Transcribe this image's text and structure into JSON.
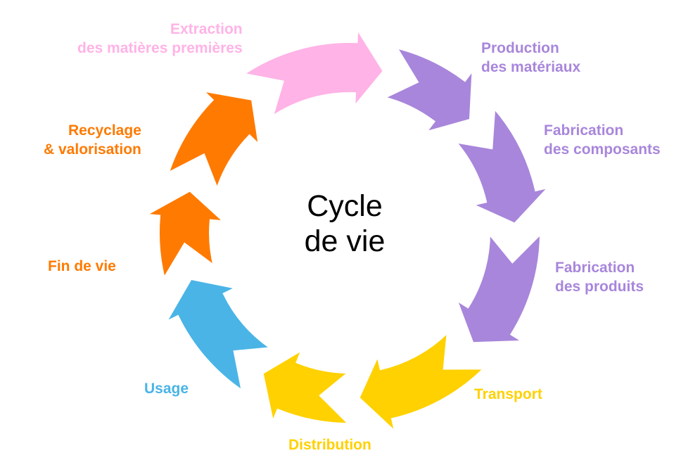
{
  "center": {
    "line1": "Cycle",
    "line2": "de vie"
  },
  "colors": {
    "pink": "#FFB3E6",
    "purple": "#A886DB",
    "yellow": "#FFD100",
    "blue": "#4AB4E6",
    "orange": "#FF7A00"
  },
  "stages": [
    {
      "key": "extraction",
      "lines": [
        "Extraction",
        "des matières premières"
      ],
      "color": "#FFB3E6"
    },
    {
      "key": "production-materiaux",
      "lines": [
        "Production",
        "des matériaux"
      ],
      "color": "#A886DB"
    },
    {
      "key": "fabrication-composants",
      "lines": [
        "Fabrication",
        "des composants"
      ],
      "color": "#A886DB"
    },
    {
      "key": "fabrication-produits",
      "lines": [
        "Fabrication",
        "des produits"
      ],
      "color": "#A886DB"
    },
    {
      "key": "transport",
      "lines": [
        "Transport"
      ],
      "color": "#FFD100"
    },
    {
      "key": "distribution",
      "lines": [
        "Distribution"
      ],
      "color": "#FFD100"
    },
    {
      "key": "usage",
      "lines": [
        "Usage"
      ],
      "color": "#4AB4E6"
    },
    {
      "key": "fin-de-vie",
      "lines": [
        "Fin de vie"
      ],
      "color": "#FF7A00"
    },
    {
      "key": "recyclage",
      "lines": [
        "Recyclage",
        "& valorisation"
      ],
      "color": "#FF7A00"
    }
  ]
}
